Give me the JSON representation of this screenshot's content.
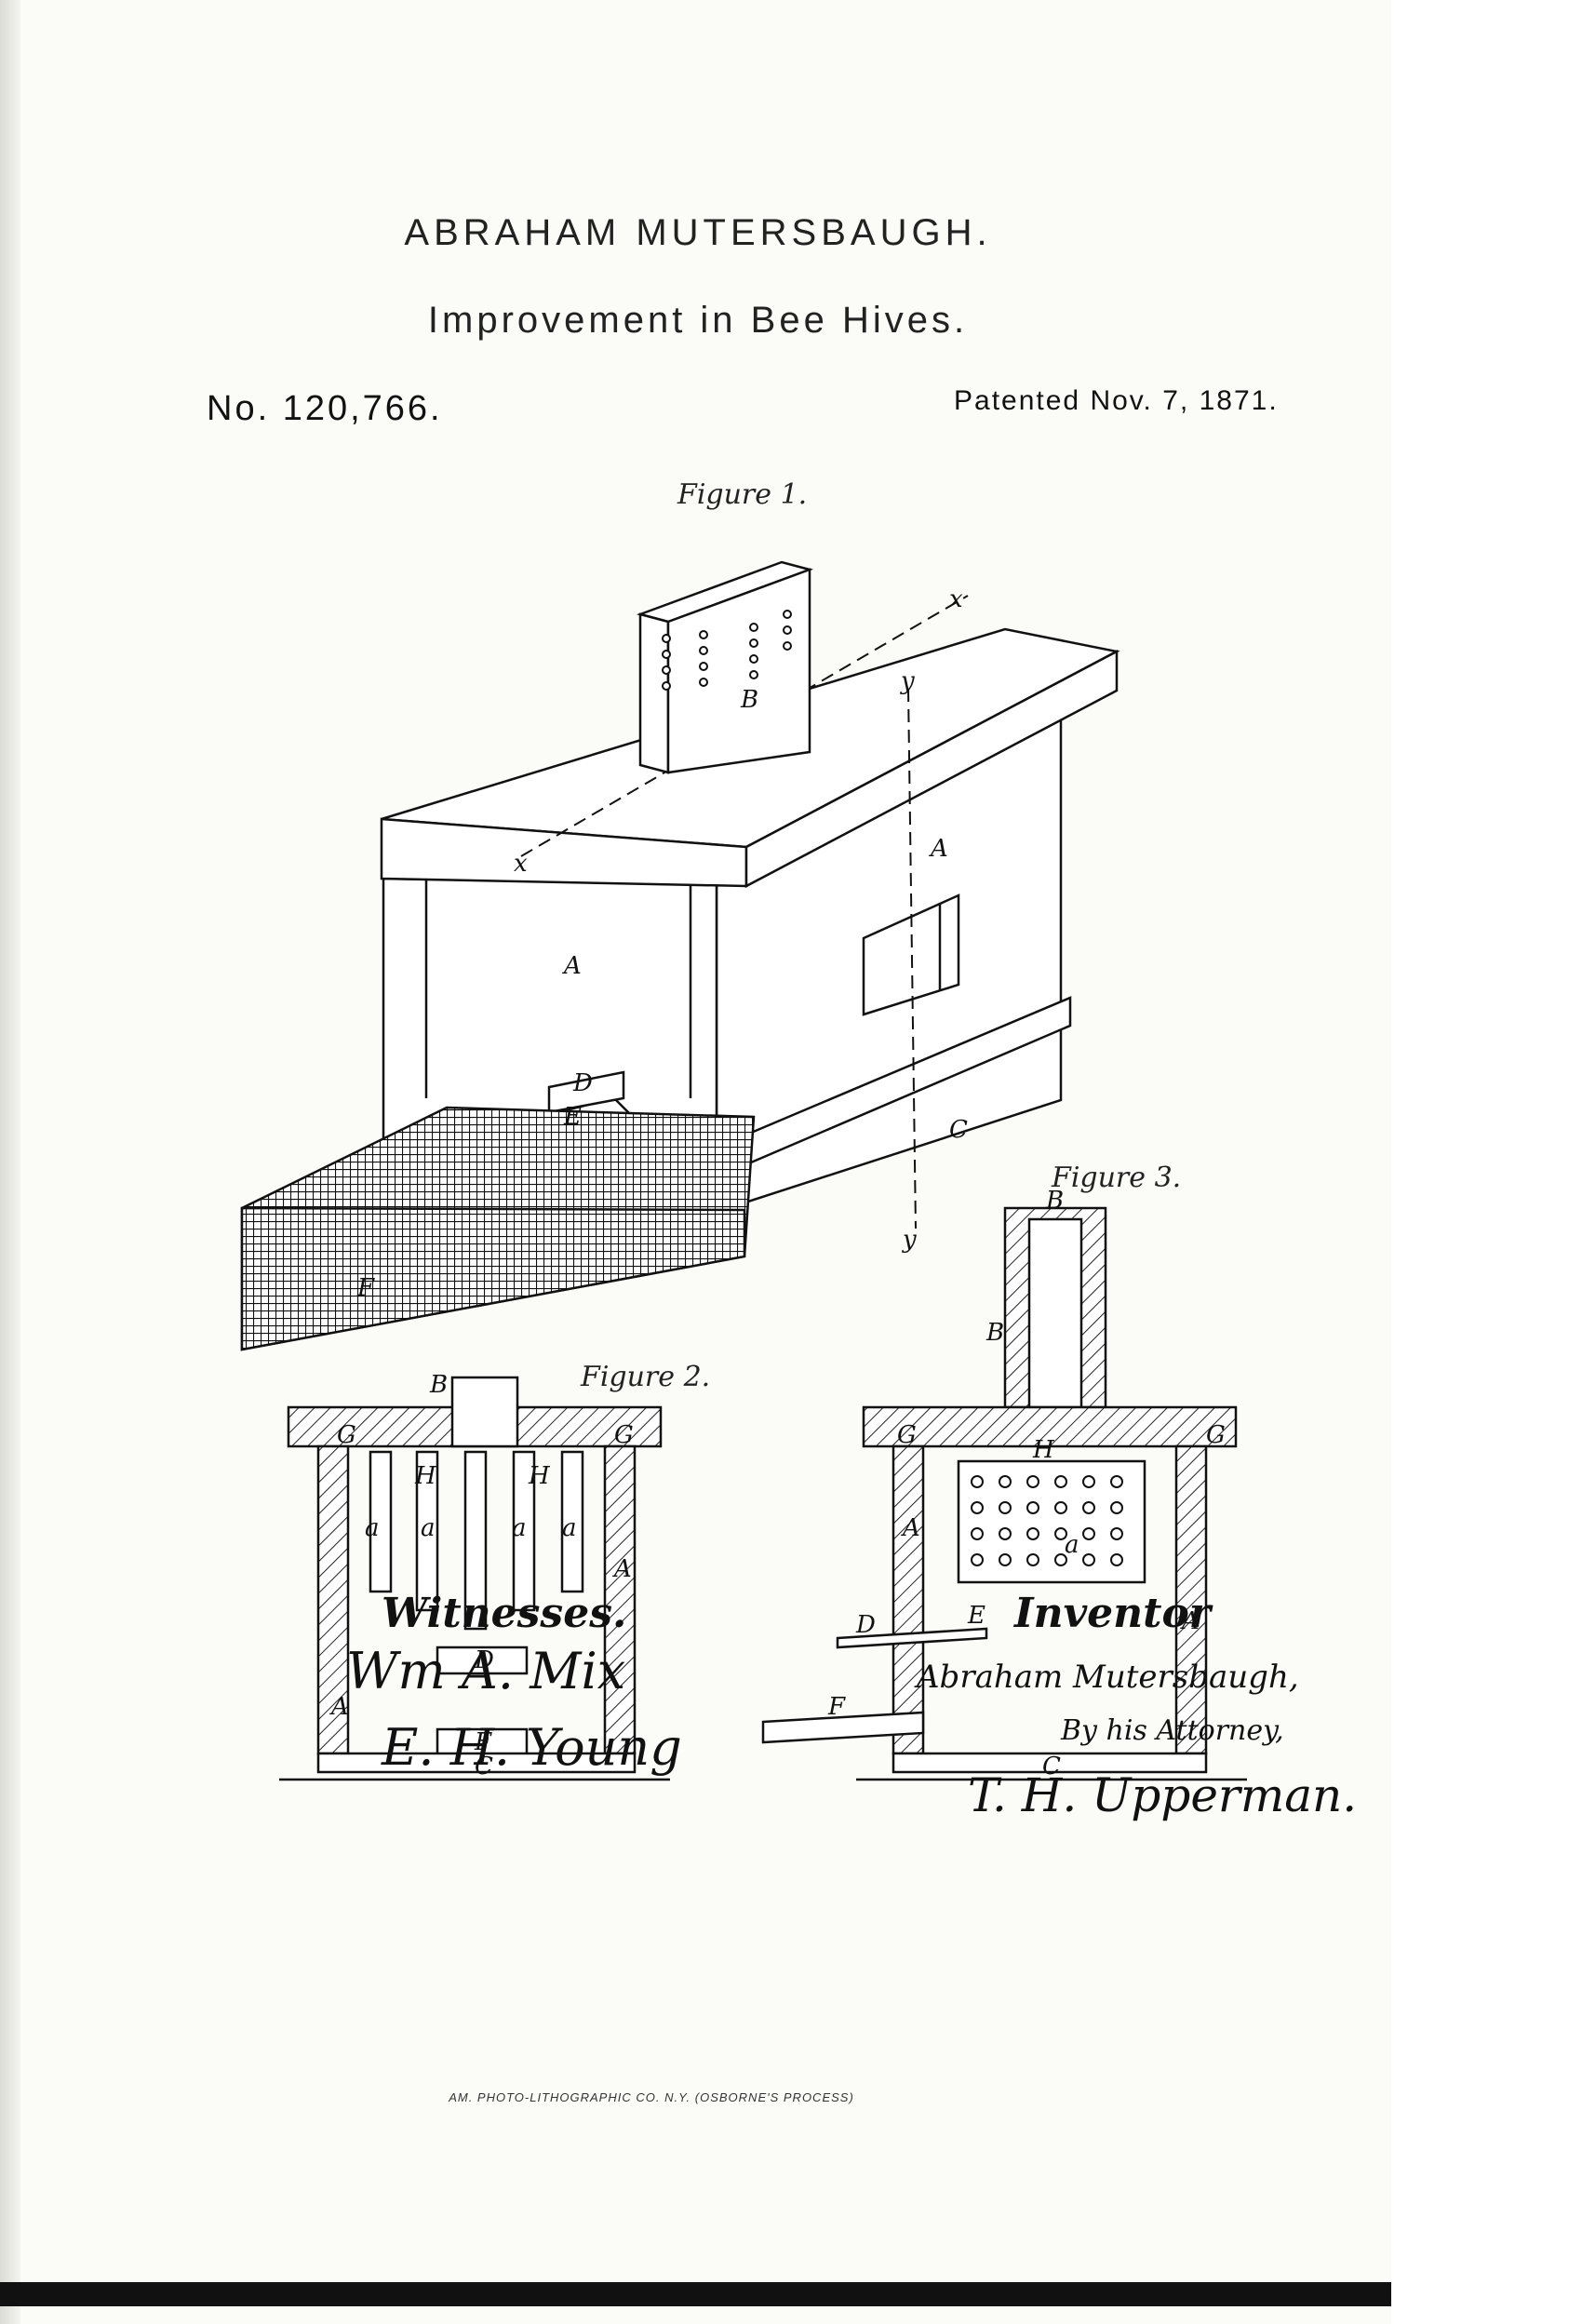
{
  "header": {
    "inventor": "ABRAHAM MUTERSBAUGH.",
    "title": "Improvement in Bee Hives.",
    "number": "No. 120,766.",
    "date": "Patented Nov. 7, 1871."
  },
  "figures": {
    "fig1": "Figure 1.",
    "fig2": "Figure 2.",
    "fig3": "Figure 3."
  },
  "part_labels": {
    "A": "A",
    "B": "B",
    "C": "C",
    "D": "D",
    "E": "E",
    "F": "F",
    "G": "G",
    "H": "H",
    "a": "a",
    "x": "x",
    "y": "y"
  },
  "signatures": {
    "witnesses_heading": "Witnesses.",
    "witness_1": "Wm A. Mix",
    "witness_2": "E. H. Young",
    "inventor_heading": "Inventor",
    "inventor_name": "Abraham Mutersbaugh,",
    "attorney_text": "By his Attorney,",
    "attorney_name": "T. H. Upperman."
  },
  "imprint": "AM. PHOTO-LITHOGRAPHIC CO. N.Y. (OSBORNE'S PROCESS)"
}
